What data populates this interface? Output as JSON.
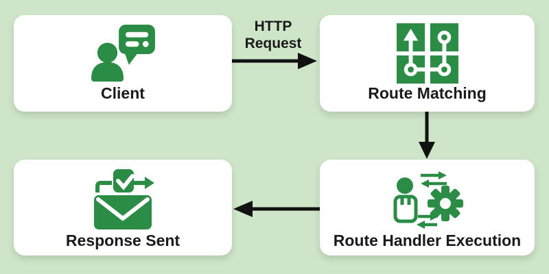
{
  "theme": {
    "background": "#cee5c8",
    "card_background": "#ffffff",
    "icon_green": "#2a8c45",
    "arrow_black": "#111111",
    "text_color": "#1a1a1a"
  },
  "nodes": [
    {
      "id": "client",
      "label": "Client",
      "icon": "person-chat-icon"
    },
    {
      "id": "route-matching",
      "label": "Route Matching",
      "icon": "route-map-icon"
    },
    {
      "id": "route-handler-execution",
      "label": "Route Handler Execution",
      "icon": "person-gear-sync-icon"
    },
    {
      "id": "response-sent",
      "label": "Response Sent",
      "icon": "envelope-check-icon"
    }
  ],
  "edges": [
    {
      "from": "client",
      "to": "route-matching",
      "label": "HTTP Request",
      "direction": "right"
    },
    {
      "from": "route-matching",
      "to": "route-handler-execution",
      "label": "",
      "direction": "down"
    },
    {
      "from": "route-handler-execution",
      "to": "response-sent",
      "label": "",
      "direction": "left"
    }
  ]
}
